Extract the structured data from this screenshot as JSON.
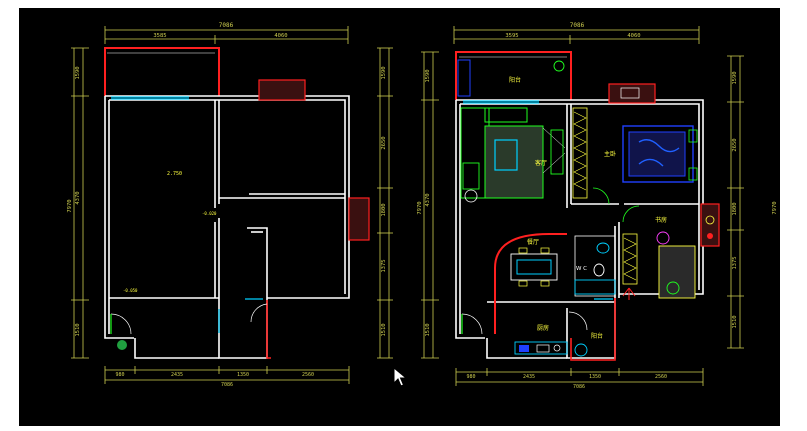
{
  "colors": {
    "background": "#000000",
    "dimension": "#cfcf50",
    "wall": "#ffffff",
    "window": "#00d0ff",
    "highlight": "#ff2020",
    "furniture_green": "#20ff20",
    "furniture_yellow": "#ffff40",
    "furniture_blue": "#2040ff",
    "furniture_magenta": "#ff40ff"
  },
  "left_plan": {
    "overall_width": "7086",
    "top_segments": [
      "3585",
      "4060"
    ],
    "bottom_segments": [
      "980",
      "2435",
      "1350",
      "2560"
    ],
    "bottom_total": "7086",
    "left_segments": [
      "1590",
      "4370",
      "1510"
    ],
    "left_total": "7970",
    "right_segments": [
      "1590",
      "2650",
      "1800",
      "1375",
      "1510"
    ],
    "labels": {
      "level_main": "2.750",
      "level_small": "-0.020",
      "level_entry": "-0.050"
    }
  },
  "right_plan": {
    "overall_width": "7086",
    "top_segments": [
      "3595",
      "4060"
    ],
    "bottom_segments": [
      "980",
      "2435",
      "1350",
      "2560"
    ],
    "bottom_total": "7086",
    "left_segments": [
      "1590",
      "4370",
      "1510"
    ],
    "left_total": "7970",
    "right_segments": [
      "1590",
      "2650",
      "1800",
      "1375",
      "1510"
    ],
    "outer_right": "7970",
    "room_labels": {
      "balcony": "阳台",
      "living": "客厅",
      "master_bed": "主卧",
      "study": "书房",
      "dining": "餐厅",
      "wc": "W C",
      "kitchen": "厨房",
      "utility": "阳台"
    }
  }
}
